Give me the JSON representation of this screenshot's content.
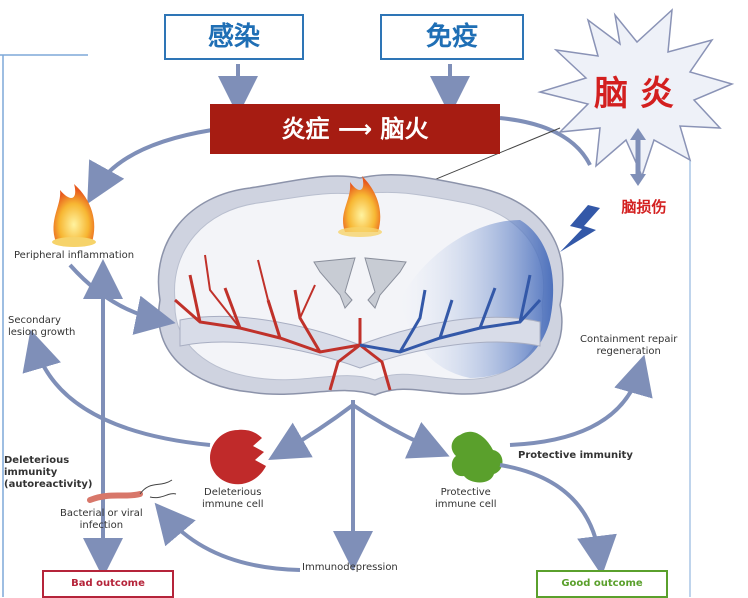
{
  "top_boxes": {
    "infection": "感染",
    "immunity": "免疫"
  },
  "banner": "炎症 ⟶ 脑火",
  "starburst": {
    "title": "脑 炎",
    "sub": "脑损伤"
  },
  "labels": {
    "peripheral": "Peripheral inflammation",
    "secondary": "Secondary\nlesion growth",
    "deleterious_immunity": "Deleterious\nimmunity\n(autoreactivity)",
    "bacterial": "Bacterial or viral\ninfection",
    "deleterious_cell": "Deleterious\nimmune cell",
    "protective_cell": "Protective\nimmune cell",
    "protective_immunity": "Protective immunity",
    "containment": "Containment repair\nregeneration",
    "immunodepression": "Immunodepression"
  },
  "outcomes": {
    "bad": "Bad outcome",
    "good": "Good outcome"
  },
  "colors": {
    "blue": "#1f6fb5",
    "banner": "#a61c12",
    "bad": "#b5243a",
    "good": "#5aa02c"
  }
}
